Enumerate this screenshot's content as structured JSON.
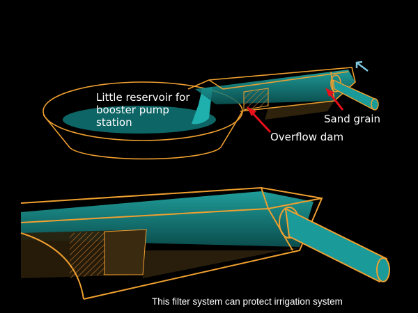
{
  "labels": {
    "reservoir": [
      "Little reservoir for",
      "booster pump",
      "station"
    ],
    "sand_grain": "Sand grain",
    "overflow_dam": "Overflow dam"
  },
  "caption": "This filter system can protect irrigation system",
  "colors": {
    "outline": "#f0a030",
    "water": "#1aa8a8",
    "arrow": "#e8101a",
    "flow_arrow": "#7ec8e0"
  }
}
